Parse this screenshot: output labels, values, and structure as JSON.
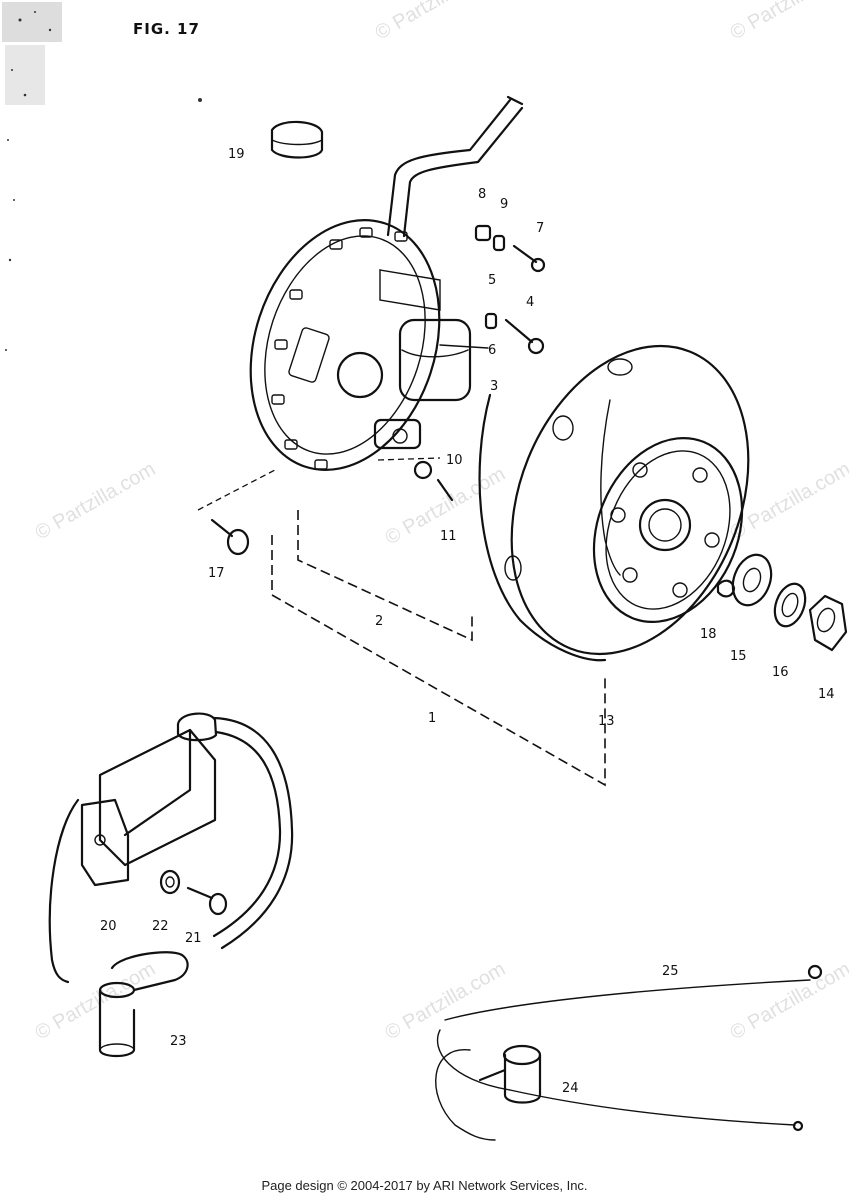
{
  "figure_label": "FIG. 17",
  "watermark_text": "© Partzilla.com",
  "footer_text": "Page design © 2004-2017 by ARI Network Services, Inc.",
  "callouts": [
    "1",
    "2",
    "3",
    "4",
    "5",
    "6",
    "7",
    "8",
    "9",
    "10",
    "11",
    "13",
    "14",
    "15",
    "16",
    "17",
    "18",
    "19",
    "20",
    "21",
    "22",
    "23",
    "24",
    "25"
  ],
  "colors": {
    "ink": "#111111",
    "watermark": "#c8c8c8",
    "background": "#ffffff"
  }
}
